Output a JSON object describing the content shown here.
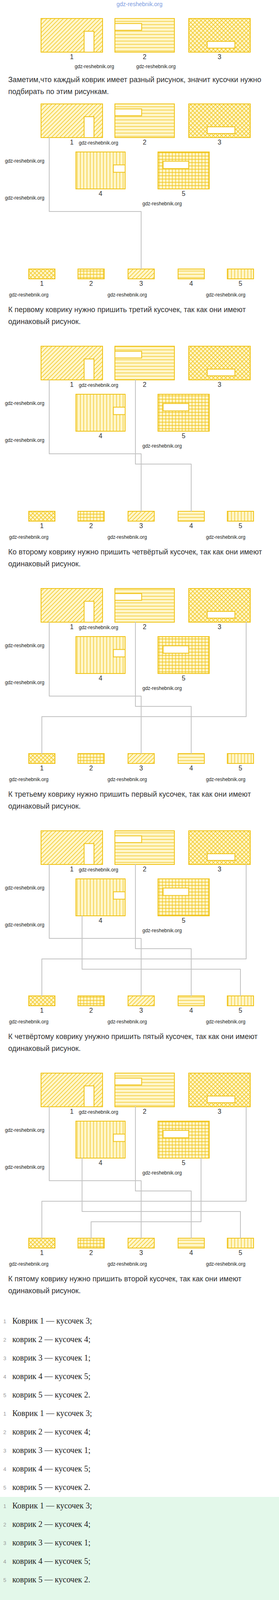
{
  "diagram": {
    "title": "gdz-reshebnik.org",
    "nodes": [
      {
        "text": [
          "1"
        ]
      },
      {
        "text": [
          "2"
        ]
      },
      {
        "text": [
          "3"
        ]
      },
      {
        "text": [
          "1"
        ]
      },
      {
        "text": [
          "2"
        ]
      },
      {
        "text": [
          "3"
        ]
      },
      {
        "text": [
          "4"
        ]
      },
      {
        "text": [
          "5"
        ]
      },
      {
        "text": [
          "1"
        ]
      },
      {
        "text": [
          "2"
        ]
      },
      {
        "text": [
          "3"
        ]
      },
      {
        "text": [
          "4"
        ]
      },
      {
        "text": [
          "5"
        ]
      },
      {
        "text": [
          "1"
        ]
      },
      {
        "text": [
          "2"
        ]
      },
      {
        "text": [
          "3"
        ]
      },
      {
        "text": [
          "4"
        ]
      },
      {
        "text": [
          "5"
        ]
      },
      {
        "text": [
          "1"
        ]
      },
      {
        "text": [
          "2"
        ]
      },
      {
        "text": [
          "3"
        ]
      },
      {
        "text": [
          "4"
        ]
      },
      {
        "text": [
          "5"
        ]
      },
      {
        "text": [
          "1"
        ]
      },
      {
        "text": [
          "2"
        ]
      },
      {
        "text": [
          "3"
        ]
      },
      {
        "text": [
          "4"
        ]
      },
      {
        "text": [
          "5"
        ]
      },
      {
        "text": [
          "1"
        ]
      },
      {
        "text": [
          "2"
        ]
      },
      {
        "text": [
          "3"
        ]
      },
      {
        "text": [
          "4"
        ]
      },
      {
        "text": [
          "5"
        ]
      },
      {
        "text": [
          "1"
        ]
      },
      {
        "text": [
          "2"
        ]
      },
      {
        "text": [
          "3"
        ]
      },
      {
        "text": [
          "4"
        ]
      },
      {
        "text": [
          "5"
        ]
      },
      {
        "text": [
          "1"
        ]
      },
      {
        "text": [
          "2"
        ]
      },
      {
        "text": [
          "3"
        ]
      },
      {
        "text": [
          "4"
        ]
      },
      {
        "text": [
          "5"
        ]
      },
      {
        "text": [
          "1"
        ]
      },
      {
        "text": [
          "2"
        ]
      },
      {
        "text": [
          "3"
        ]
      },
      {
        "text": [
          "4"
        ]
      },
      {
        "text": [
          "5"
        ]
      },
      {
        "text": [
          "1"
        ]
      },
      {
        "text": [
          "2"
        ]
      },
      {
        "text": [
          "3"
        ]
      },
      {
        "text": [
          "4"
        ]
      },
      {
        "text": [
          "5"
        ]
      }
    ],
    "edges": [
      {
        "from": 3,
        "to": 10,
        "arrow": "none"
      },
      {
        "from": 13,
        "to": 20,
        "arrow": "none"
      },
      {
        "from": 14,
        "to": 21,
        "arrow": "none"
      },
      {
        "from": 23,
        "to": 30,
        "arrow": "none"
      },
      {
        "from": 24,
        "to": 31,
        "arrow": "none"
      },
      {
        "from": 25,
        "to": 28,
        "arrow": "none"
      },
      {
        "from": 33,
        "to": 40,
        "arrow": "none"
      },
      {
        "from": 34,
        "to": 41,
        "arrow": "none"
      },
      {
        "from": 35,
        "to": 38,
        "arrow": "none"
      },
      {
        "from": 36,
        "to": 42,
        "arrow": "none"
      },
      {
        "from": 43,
        "to": 50,
        "arrow": "none"
      },
      {
        "from": 44,
        "to": 51,
        "arrow": "none"
      },
      {
        "from": 45,
        "to": 48,
        "arrow": "none"
      },
      {
        "from": 46,
        "to": 52,
        "arrow": "none"
      },
      {
        "from": 47,
        "to": 49,
        "arrow": "none"
      }
    ],
    "labels": [
      "gdz-reshebnik.org",
      "gdz-reshebnik.org",
      "Заметим,что каждый коврик имеет разный рисунок, значит кусочки нужно подбирать по этим рисункам.",
      "gdz-reshebnik.org",
      "gdz-reshebnik.org",
      "gdz-reshebnik.org",
      "gdz-reshebnik.org",
      "gdz-reshebnik.org",
      "gdz-reshebnik.org",
      "gdz-reshebnik.org",
      "К первому коврику нужно пришить третий кусочек, так как они имеют одинаковый рисунок.",
      "gdz-reshebnik.org",
      "gdz-reshebnik.org",
      "gdz-reshebnik.org",
      "gdz-reshebnik.org",
      "gdz-reshebnik.org",
      "gdz-reshebnik.org",
      "gdz-reshebnik.org",
      "Ко второму коврику нужно пришить четвёртый кусочек, так как они имеют одинаковый рисунок.",
      "gdz-reshebnik.org",
      "gdz-reshebnik.org",
      "gdz-reshebnik.org",
      "gdz-reshebnik.org",
      "gdz-reshebnik.org",
      "gdz-reshebnik.org",
      "gdz-reshebnik.org",
      "К третьему коврику нужно пришить первый кусочек, так как они имеют одинаковый рисунок.",
      "gdz-reshebnik.org",
      "gdz-reshebnik.org",
      "gdz-reshebnik.org",
      "gdz-reshebnik.org",
      "gdz-reshebnik.org",
      "gdz-reshebnik.org",
      "gdz-reshebnik.org",
      "К четвёртому коврику унужно пришить пятый кусочек, так как они имеют одинаковый рисунок.",
      "gdz-reshebnik.org",
      "gdz-reshebnik.org",
      "gdz-reshebnik.org",
      "gdz-reshebnik.org",
      "gdz-reshebnik.org",
      "gdz-reshebnik.org",
      "gdz-reshebnik.org",
      "К пятому коврику нужно пришить второй кусочек, так как они имеют одинаковый рисунок.",
      "1",
      "Коврик 1 — кусочек 3;",
      "2",
      "коврик 2 — кусочек 4;",
      "3",
      "коврик 3 — кусочек 1;",
      "4",
      "коврик 4 — кусочек 5;",
      "5",
      "коврик 5 — кусочек 2.",
      "1",
      "Коврик 1 — кусочек 3;",
      "2",
      "коврик 2 — кусочек 4;",
      "3",
      "коврик 3 — кусочек 1;",
      "4",
      "коврик 4 — кусочек 5;",
      "5",
      "коврик 5 — кусочек 2.",
      "1",
      "Коврик 1 — кусочек 3;",
      "2",
      "коврик 2 — кусочек 4;",
      "3",
      "коврик 3 — кусочек 1;",
      "4",
      "коврик 4 — кусочек 5;",
      "5",
      "коврик 5 — кусочек 2."
    ]
  }
}
